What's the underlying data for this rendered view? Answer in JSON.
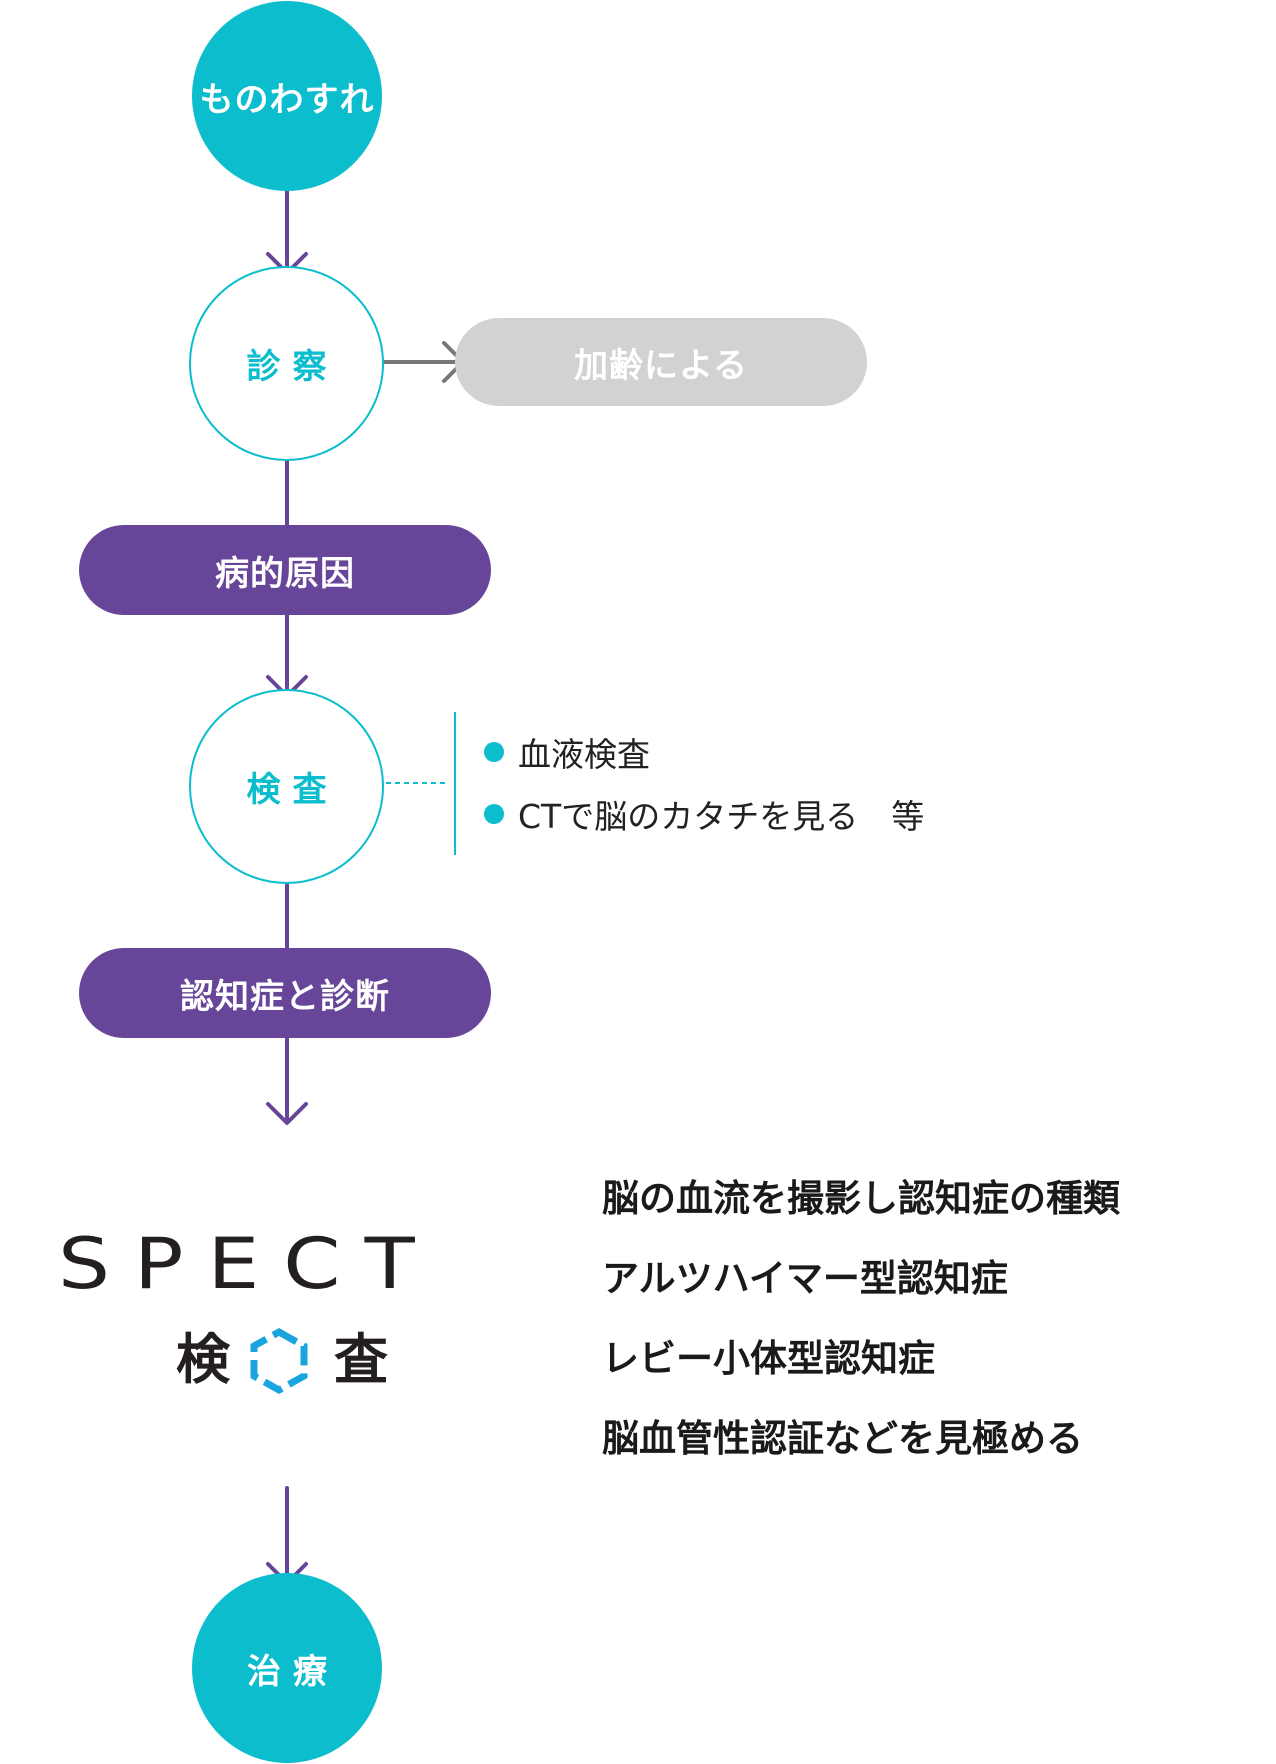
{
  "nodes": {
    "start": "ものわすれ",
    "exam": "診察",
    "aging": "加齢による",
    "pathological": "病的原因",
    "test": "検査",
    "diagnosis": "認知症と診断",
    "treatment": "治療"
  },
  "test_items": [
    "血液検査",
    "CTで脳のカタチを見る　等"
  ],
  "spect": {
    "logo_word": "SPECT",
    "kanji_left": "検",
    "kanji_right": "査"
  },
  "descriptions": [
    "脳の血流を撮影し認知症の種類",
    "アルツハイマー型認知症",
    "レビー小体型認知症",
    "脳血管性認証などを見極める"
  ],
  "colors": {
    "teal": "#0cbdcd",
    "purple": "#674598",
    "gray": "#d2d2d2",
    "hexagon_blue": "#1aa4e0",
    "logo_dark": "#231f20"
  }
}
